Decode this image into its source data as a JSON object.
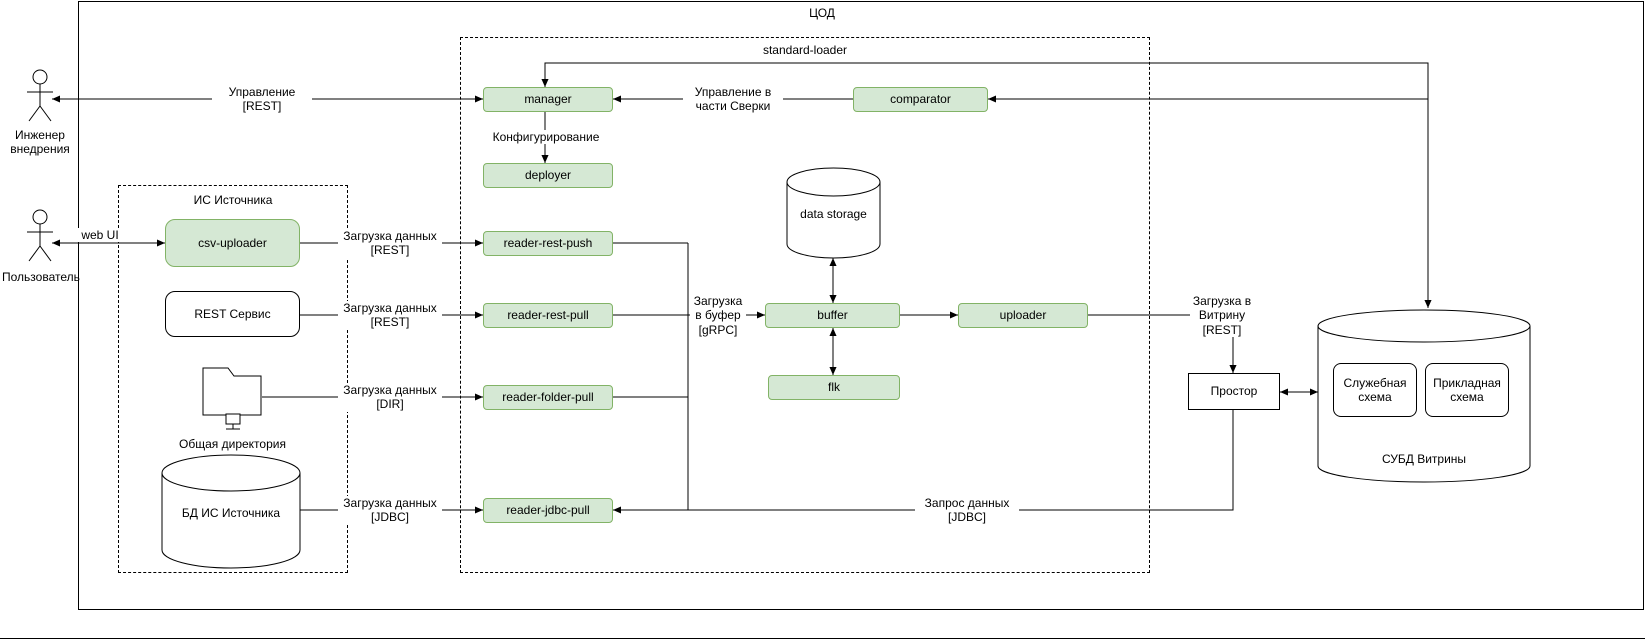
{
  "containers": {
    "dc_label": "ЦОД",
    "standard_loader_label": "standard-loader",
    "source_system_label": "ИС Источника"
  },
  "actors": {
    "engineer_label": "Инженер\nвнедрения",
    "user_label": "Пользователь"
  },
  "nodes": {
    "manager": "manager",
    "comparator": "comparator",
    "deployer": "deployer",
    "reader_rest_push": "reader-rest-push",
    "reader_rest_pull": "reader-rest-pull",
    "reader_folder_pull": "reader-folder-pull",
    "reader_jdbc_pull": "reader-jdbc-pull",
    "buffer": "buffer",
    "flk": "flk",
    "uploader": "uploader",
    "csv_uploader": "csv-uploader",
    "rest_service": "REST Сервис",
    "prostor": "Простор",
    "data_storage": "data storage",
    "source_db": "БД ИС Источника",
    "shared_directory": "Общая директория",
    "vitrina_db": "СУБД Витрины",
    "service_schema": "Служебная\nсхема",
    "applied_schema": "Прикладная\nсхема"
  },
  "edge_labels": {
    "management": "Управление\n[REST]",
    "reconciliation_management": "Управление в\nчасти Сверки",
    "configuration": "Конфигурирование",
    "web_ui": "web UI",
    "load_data_rest_push": "Загрузка данных\n[REST]",
    "load_data_rest_pull": "Загрузка данных\n[REST]",
    "load_data_dir": "Загрузка данных\n[DIR]",
    "load_data_jdbc": "Загрузка данных\n[JDBC]",
    "load_to_buffer": "Загрузка\nв буфер\n[gRPC]",
    "load_to_vitrina": "Загрузка в\nВитрину\n[REST]",
    "data_request": "Запрос данных\n[JDBC]"
  },
  "colors": {
    "component_fill": "#d5e8d4",
    "component_border": "#82b366",
    "line": "#000000",
    "background": "#ffffff"
  }
}
